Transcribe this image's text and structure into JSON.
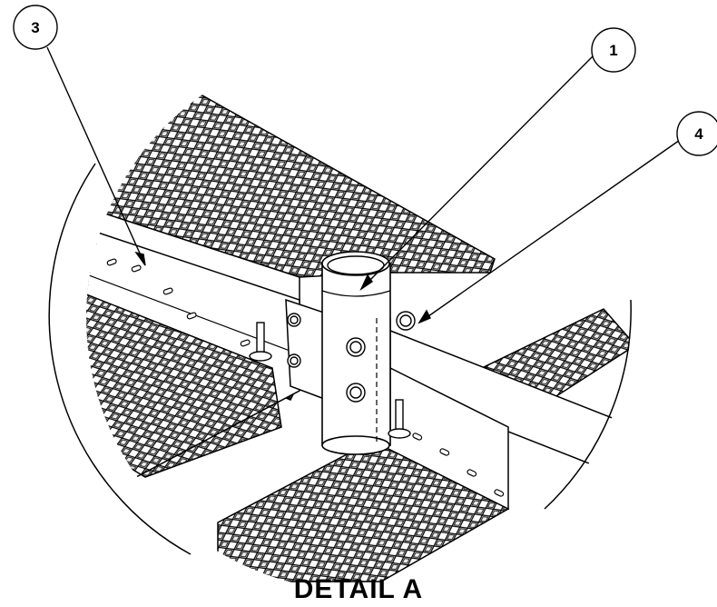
{
  "callouts": [
    {
      "label": "3"
    },
    {
      "label": "1"
    },
    {
      "label": "4"
    }
  ],
  "title": "DETAIL A",
  "colors": {
    "line": "#000000",
    "background": "#ffffff",
    "mesh": "#000000"
  }
}
